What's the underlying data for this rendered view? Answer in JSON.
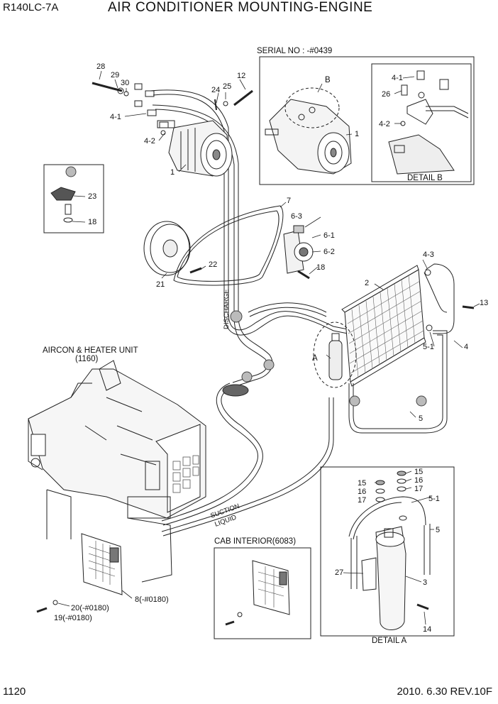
{
  "header": {
    "model": "R140LC-7A",
    "title": "AIR CONDITIONER MOUNTING-ENGINE"
  },
  "footer": {
    "page": "1120",
    "revision": "2010. 6.30  REV.10F"
  },
  "captions": {
    "serial": "SERIAL NO : -#0439",
    "detail_b": "DETAIL B",
    "detail_a": "DETAIL A",
    "aircon_unit": "AIRCON & HEATER UNIT",
    "aircon_unit_ref": "(1160)",
    "cab_interior": "CAB INTERIOR(6083)",
    "letter_a": "A",
    "letter_b": "B"
  },
  "part_labels": {
    "p28": "28",
    "p29": "29",
    "p30": "30",
    "p24": "24",
    "p25": "25",
    "p12": "12",
    "p4_1": "4-1",
    "p4_2": "4-2",
    "p1": "1",
    "p23": "23",
    "p18a": "18",
    "p7": "7",
    "p6_3": "6-3",
    "p6_1": "6-1",
    "p6_2": "6-2",
    "p18b": "18",
    "p22": "22",
    "p21": "21",
    "p4_3": "4-3",
    "p2": "2",
    "p13": "13",
    "p5_1": "5-1",
    "p4": "4",
    "p5": "5",
    "p8": "8(-#0180)",
    "p20": "20(-#0180)",
    "p19": "19(-#0180)",
    "b4_1": "4-1",
    "b26": "26",
    "b4_2": "4-2",
    "b1": "1",
    "a15l": "15",
    "a16l": "16",
    "a17l": "17",
    "a15r": "15",
    "a16r": "16",
    "a17r": "17",
    "a5_1": "5-1",
    "a5": "5",
    "a27": "27",
    "a3": "3",
    "a14": "14"
  },
  "hose_text": {
    "discharge": "DISCHARGE",
    "suction": "SUCTION",
    "liquid": "LIQUID"
  }
}
